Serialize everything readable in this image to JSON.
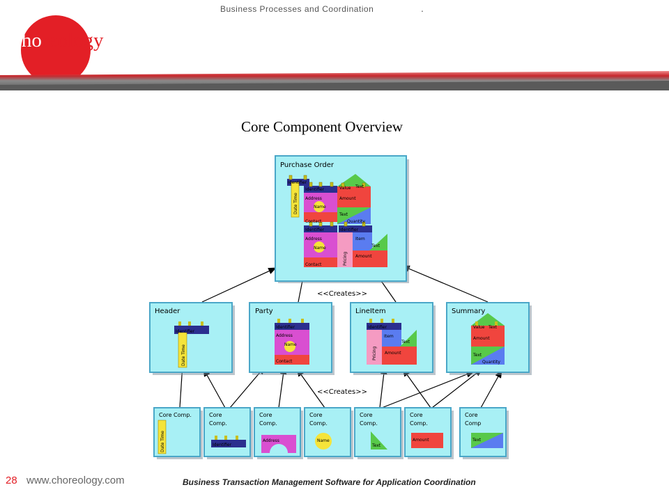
{
  "header": {
    "title": "Business Processes and Coordination",
    "dot": ".",
    "logo_letters_white": "cho",
    "logo_letters_red": "reology"
  },
  "slide": {
    "title": "Core Component Overview"
  },
  "diagram": {
    "purchase_order": {
      "title": "Purchase Order",
      "labels": [
        "Identifier",
        "Date Time",
        "Identifier",
        "Value",
        "Text",
        "Address",
        "Amount",
        "Name",
        "Text",
        "Contact",
        "Quantity",
        "Identifier",
        "Identifier",
        "Address",
        "Item",
        "Text",
        "Name",
        "Pricing",
        "Amount",
        "Contact"
      ]
    },
    "creates_top": "<<Creates>>",
    "creates_bottom": "<<Creates>>",
    "aggregates": [
      {
        "title": "Header",
        "labels": [
          "Identifier",
          "Date Time"
        ]
      },
      {
        "title": "Party",
        "labels": [
          "Identifier",
          "Address",
          "Name",
          "Contact"
        ]
      },
      {
        "title": "LineItem",
        "labels": [
          "Identifier",
          "Item",
          "Text",
          "Pricing",
          "Amount"
        ]
      },
      {
        "title": "Summary",
        "labels": [
          "Value",
          "Text",
          "Amount",
          "Text",
          "Quantity"
        ]
      }
    ],
    "core_components": [
      {
        "title1": "Core Comp.",
        "title2": "",
        "label": "Date Time"
      },
      {
        "title1": "Core",
        "title2": "Comp.",
        "label": "Identifier"
      },
      {
        "title1": "Core",
        "title2": "Comp.",
        "label": "Address"
      },
      {
        "title1": "Core",
        "title2": "Comp.",
        "label": "Name"
      },
      {
        "title1": "Core",
        "title2": "Comp.",
        "label": "Text"
      },
      {
        "title1": "Core",
        "title2": "Comp.",
        "label": "Amount"
      },
      {
        "title1": "Core",
        "title2": "Comp",
        "label": "Text"
      }
    ]
  },
  "footer": {
    "page_number": "28",
    "url": "www.choreology.com",
    "tagline": "Business Transaction Management Software for Application Coordination"
  },
  "colors": {
    "brand_red": "#e31f26",
    "box_cyan": "#a8f0f5",
    "box_border": "#4aa7c8",
    "navy": "#2b2f8f",
    "yellow": "#f5e43a",
    "magenta": "#d94fd1",
    "red": "#f0453e",
    "green": "#58c94a",
    "pink": "#f59bc2",
    "blue": "#5a7cf0",
    "orange": "#f0a040"
  }
}
